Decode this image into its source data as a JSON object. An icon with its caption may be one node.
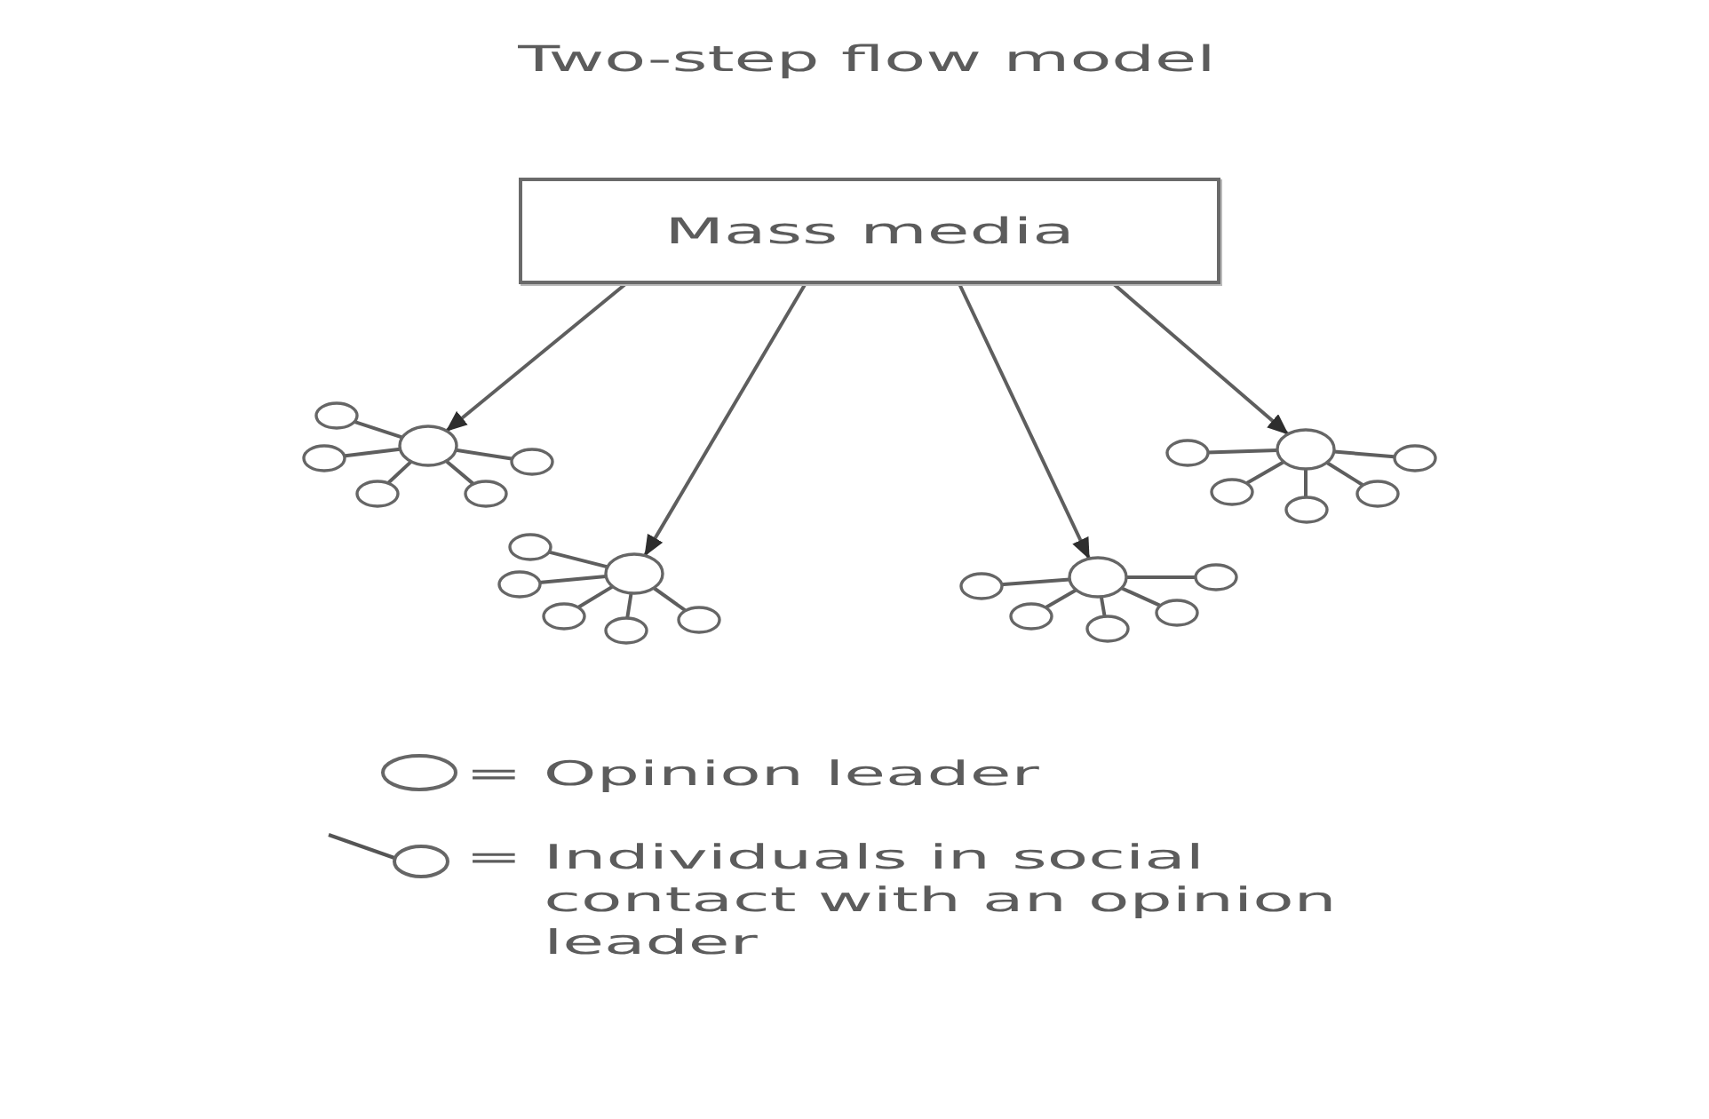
{
  "diagram": {
    "title": "Two-step flow model",
    "nodes": [
      {
        "text": [
          "Mass media"
        ]
      },
      {
        "text": [],
        "shape": "circle"
      },
      {
        "text": [],
        "shape": "circle"
      },
      {
        "text": [],
        "shape": "circle"
      },
      {
        "text": [],
        "shape": "circle"
      },
      {
        "text": [],
        "shape": "circle"
      },
      {
        "text": [],
        "shape": "circle"
      },
      {
        "text": [],
        "shape": "circle"
      },
      {
        "text": [],
        "shape": "circle"
      },
      {
        "text": [],
        "shape": "circle"
      },
      {
        "text": [],
        "shape": "circle"
      },
      {
        "text": [],
        "shape": "circle"
      },
      {
        "text": [],
        "shape": "circle"
      },
      {
        "text": [],
        "shape": "circle"
      },
      {
        "text": [],
        "shape": "circle"
      },
      {
        "text": [],
        "shape": "circle"
      },
      {
        "text": [],
        "shape": "circle"
      },
      {
        "text": [],
        "shape": "circle"
      },
      {
        "text": [],
        "shape": "circle"
      },
      {
        "text": [],
        "shape": "circle"
      },
      {
        "text": [],
        "shape": "circle"
      },
      {
        "text": [],
        "shape": "circle"
      },
      {
        "text": [],
        "shape": "circle"
      },
      {
        "text": [],
        "shape": "circle"
      },
      {
        "text": [],
        "shape": "circle"
      }
    ],
    "edges": [
      {
        "from": 0,
        "to": 1,
        "arrow": "to"
      },
      {
        "from": 0,
        "to": 7,
        "arrow": "to"
      },
      {
        "from": 0,
        "to": 13,
        "arrow": "to"
      },
      {
        "from": 0,
        "to": 19,
        "arrow": "to"
      },
      {
        "from": 1,
        "to": 2,
        "arrow": "none"
      },
      {
        "from": 1,
        "to": 3,
        "arrow": "none"
      },
      {
        "from": 1,
        "to": 4,
        "arrow": "none"
      },
      {
        "from": 1,
        "to": 5,
        "arrow": "none"
      },
      {
        "from": 1,
        "to": 6,
        "arrow": "none"
      },
      {
        "from": 7,
        "to": 8,
        "arrow": "none"
      },
      {
        "from": 7,
        "to": 9,
        "arrow": "none"
      },
      {
        "from": 7,
        "to": 10,
        "arrow": "none"
      },
      {
        "from": 7,
        "to": 11,
        "arrow": "none"
      },
      {
        "from": 7,
        "to": 12,
        "arrow": "none"
      },
      {
        "from": 13,
        "to": 14,
        "arrow": "none"
      },
      {
        "from": 13,
        "to": 15,
        "arrow": "none"
      },
      {
        "from": 13,
        "to": 16,
        "arrow": "none"
      },
      {
        "from": 13,
        "to": 17,
        "arrow": "none"
      },
      {
        "from": 13,
        "to": 18,
        "arrow": "none"
      },
      {
        "from": 19,
        "to": 20,
        "arrow": "none"
      },
      {
        "from": 19,
        "to": 21,
        "arrow": "none"
      },
      {
        "from": 19,
        "to": 22,
        "arrow": "none"
      },
      {
        "from": 19,
        "to": 23,
        "arrow": "none"
      },
      {
        "from": 19,
        "to": 24,
        "arrow": "none"
      }
    ],
    "legend": [
      {
        "text": "= Opinion leader"
      },
      {
        "text": "= Individuals in social contact with an opinion leader"
      }
    ]
  }
}
